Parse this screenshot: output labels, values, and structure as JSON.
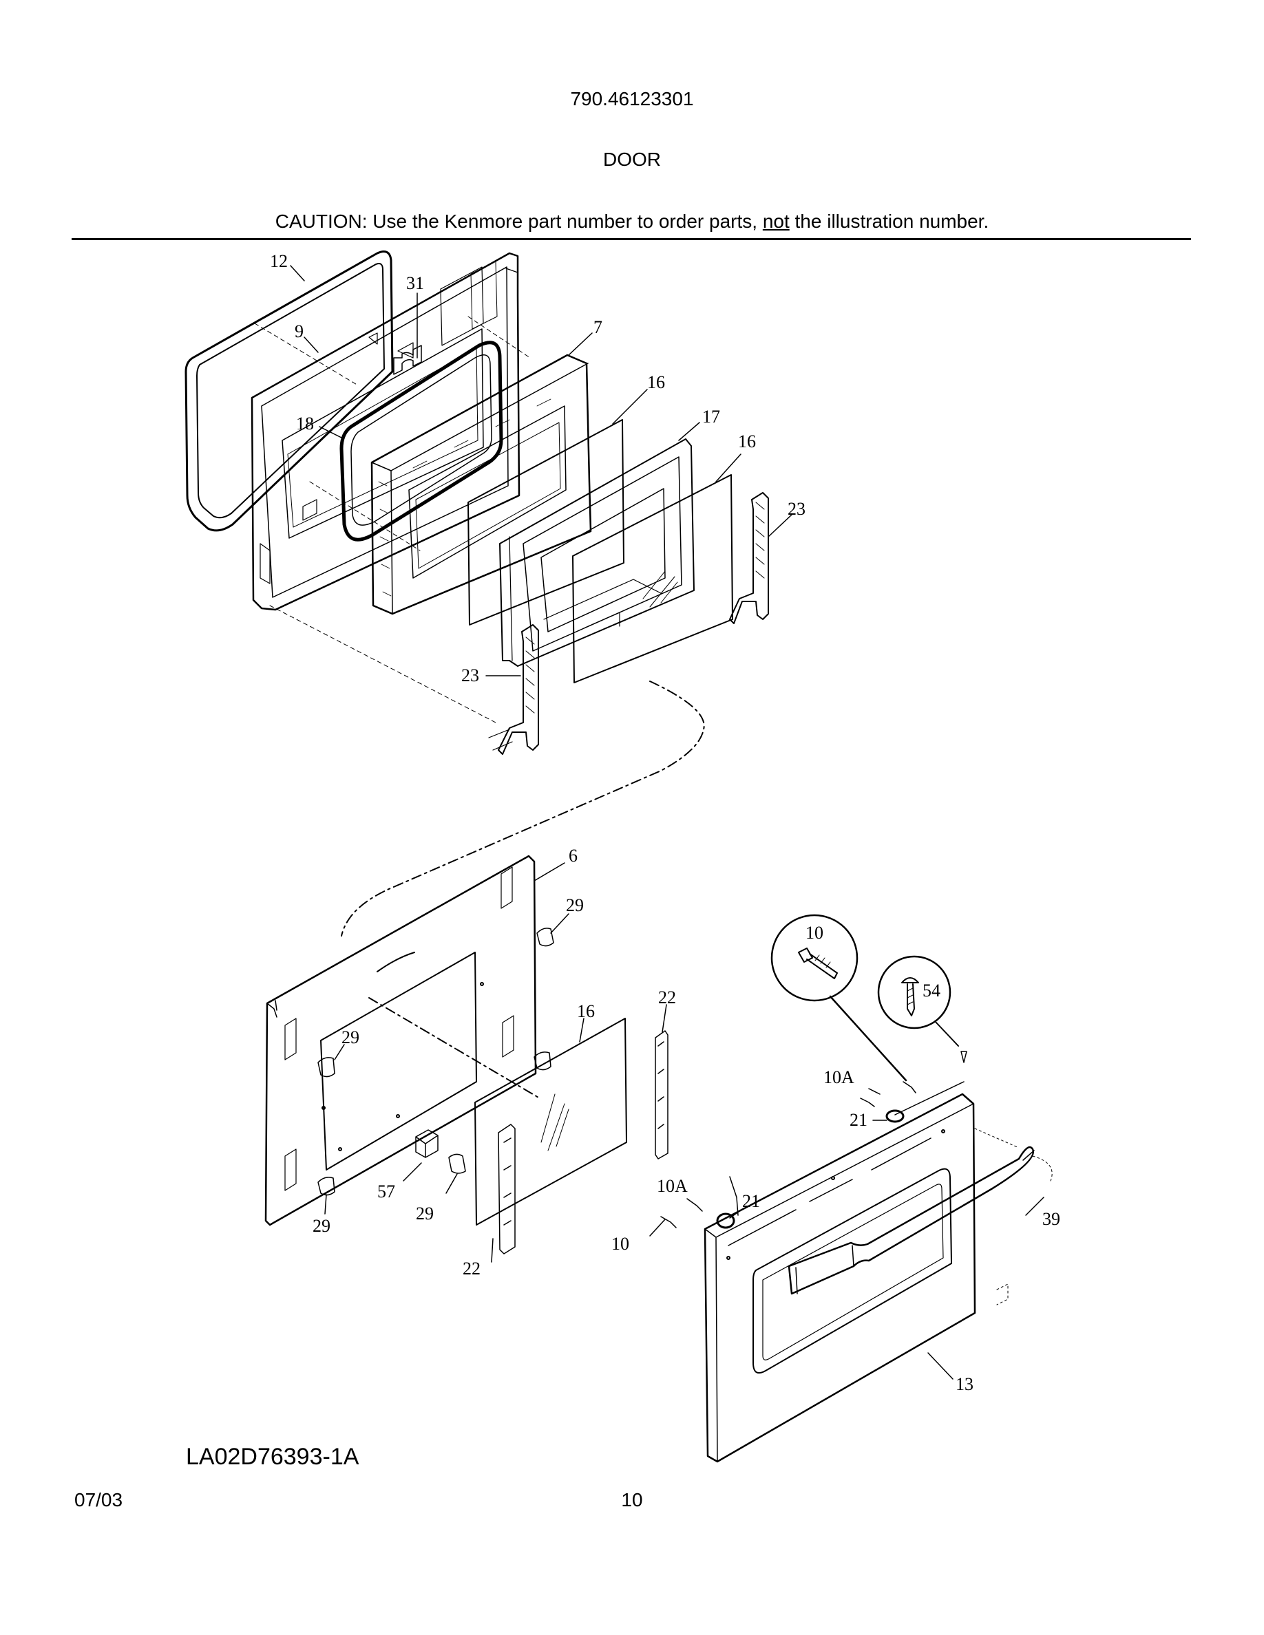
{
  "header": {
    "model_number": "790.46123301",
    "section_title": "DOOR",
    "caution_prefix": "CAUTION: Use the Kenmore part number to order parts, ",
    "caution_emphasis": "not",
    "caution_suffix": " the illustration number."
  },
  "footer": {
    "drawing_id": "LA02D76393-1A",
    "date": "07/03",
    "page_number": "10"
  },
  "callouts": {
    "c12": "12",
    "c31": "31",
    "c9": "9",
    "c7": "7",
    "c16a": "16",
    "c17": "17",
    "c16b": "16",
    "c18": "18",
    "c23a": "23",
    "c23b": "23",
    "c6": "6",
    "c29a": "29",
    "c29b": "29",
    "c29c": "29",
    "c29d": "29",
    "c16c": "16",
    "c22a": "22",
    "c22b": "22",
    "c57": "57",
    "c10a": "10",
    "c54": "54",
    "c10Aa": "10A",
    "c21a": "21",
    "c10Ab": "10A",
    "c21b": "21",
    "c10b": "10",
    "c39": "39",
    "c13": "13"
  }
}
